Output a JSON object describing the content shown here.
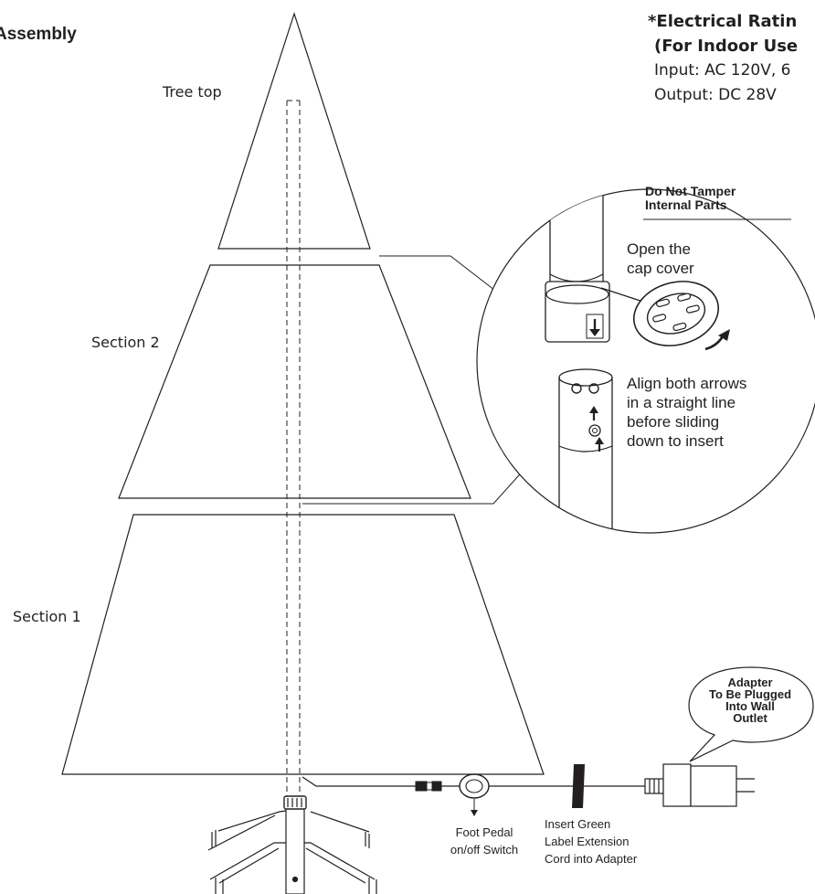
{
  "title": "Assembly",
  "rating": {
    "title": "*Electrical Ratin",
    "subtitle": "(For Indoor Use",
    "input": "Input: AC 120V, 6",
    "output": "Output: DC 28V"
  },
  "labels": {
    "tree_top": "Tree top",
    "section2": "Section 2",
    "section1": "Section 1"
  },
  "warning": [
    "Do Not Tamper",
    "Internal Parts"
  ],
  "cap_note": [
    "Open the",
    "cap cover"
  ],
  "align_note": [
    "Align both arrows",
    "in a straight line",
    "before sliding",
    "down to insert"
  ],
  "bubble": [
    "Adapter",
    "To Be Plugged",
    "Into Wall",
    "Outlet"
  ],
  "pedal_note": [
    "Foot Pedal",
    "on/off Switch"
  ],
  "cord_note": [
    "Insert Green",
    "Label Extension",
    "Cord into Adapter"
  ],
  "icons": [
    "arrow-down-icon",
    "arrow-up-icon",
    "curved-arrow-icon"
  ],
  "colors": {
    "ink": "#231f20",
    "background": "#ffffff"
  }
}
